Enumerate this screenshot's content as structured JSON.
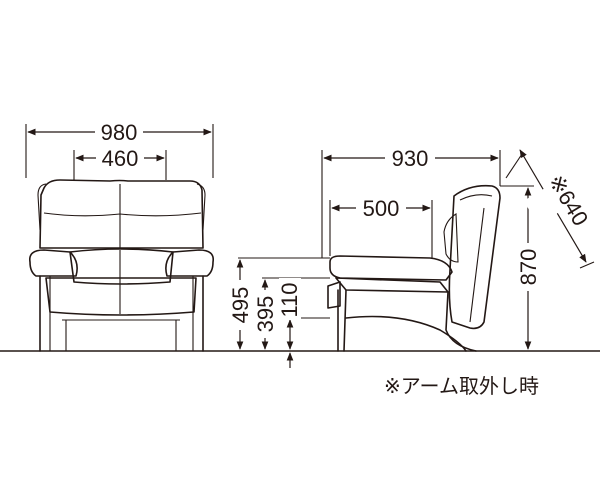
{
  "dimensions": {
    "front_total_width": "980",
    "front_seat_width": "460",
    "side_total_depth": "930",
    "side_seat_depth": "500",
    "side_depth_without_arm": "※640",
    "total_height": "870",
    "arm_height": "495",
    "seat_height": "395",
    "leg_clearance": "110"
  },
  "note": "※アーム取外し時",
  "colors": {
    "line": "#231815",
    "background": "#ffffff"
  }
}
